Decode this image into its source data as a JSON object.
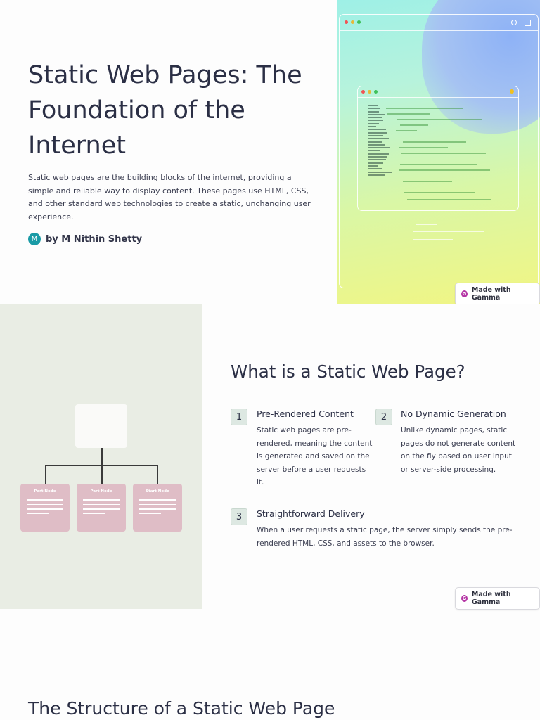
{
  "slide1": {
    "title": "Static Web Pages: The Foundation of the Internet",
    "description": "Static web pages are the building blocks of the internet, providing a simple and reliable way to display content. These pages use HTML, CSS, and other standard web technologies to create a static, unchanging user experience.",
    "author_initial": "M",
    "author": "by M Nithin Shetty",
    "badge": "Made with Gamma"
  },
  "slide2": {
    "title": "What is a Static Web Page?",
    "diagram_labels": [
      "Part Node",
      "Part Node",
      "Start Node"
    ],
    "features": [
      {
        "number": "1",
        "title": "Pre-Rendered Content",
        "text": "Static web pages are pre-rendered, meaning the content is generated and saved on the server before a user requests it."
      },
      {
        "number": "2",
        "title": "No Dynamic Generation",
        "text": "Unlike dynamic pages, static pages do not generate content on the fly based on user input or server-side processing."
      },
      {
        "number": "3",
        "title": "Straightforward Delivery",
        "text": "When a user requests a static page, the server simply sends the pre-rendered HTML, CSS, and assets to the browser."
      }
    ],
    "badge": "Made with Gamma"
  },
  "slide3": {
    "title": "The Structure of a Static Web Page"
  },
  "colors": {
    "accent_teal": "#1a9ba6",
    "gamma_icon": "#b535a5",
    "diagram_bg": "#e9ede4",
    "card_pink": "#dfbdc6"
  }
}
